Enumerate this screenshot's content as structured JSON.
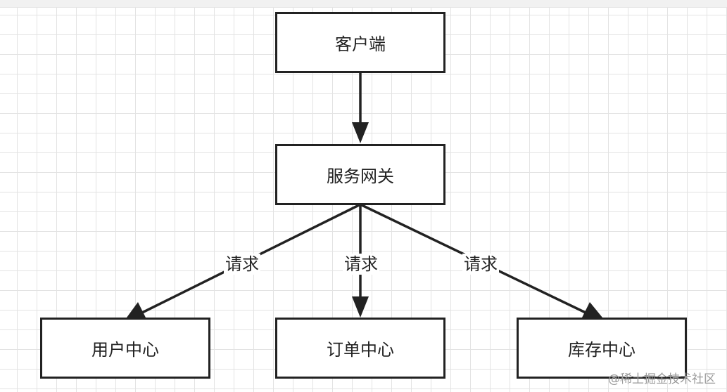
{
  "nodes": {
    "client": "客户端",
    "gateway": "服务网关",
    "user_center": "用户中心",
    "order_center": "订单中心",
    "inventory_center": "库存中心"
  },
  "edges": {
    "to_user_label": "请求",
    "to_order_label": "请求",
    "to_inventory_label": "请求"
  },
  "watermark": "@稀土掘金技术社区",
  "colors": {
    "stroke": "#222222",
    "grid": "#e3e3e3",
    "background": "#ffffff"
  }
}
